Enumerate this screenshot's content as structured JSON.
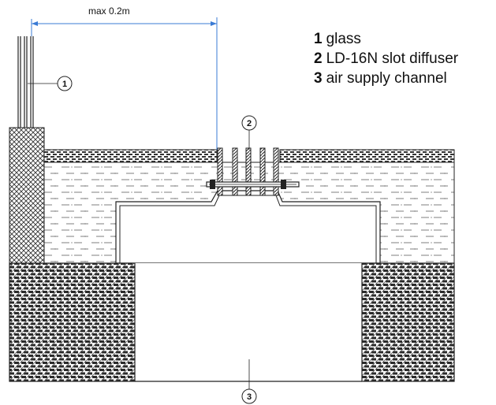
{
  "dimension": {
    "label": "max 0.2m"
  },
  "callouts": [
    "1",
    "2",
    "3"
  ],
  "legend": [
    {
      "number": "1",
      "text": "glass"
    },
    {
      "number": "2",
      "text": "LD-16N slot diffuser"
    },
    {
      "number": "3",
      "text": "air supply channel"
    }
  ],
  "colors": {
    "line": "#222222",
    "hatch": "#333333",
    "background": "#ffffff"
  }
}
